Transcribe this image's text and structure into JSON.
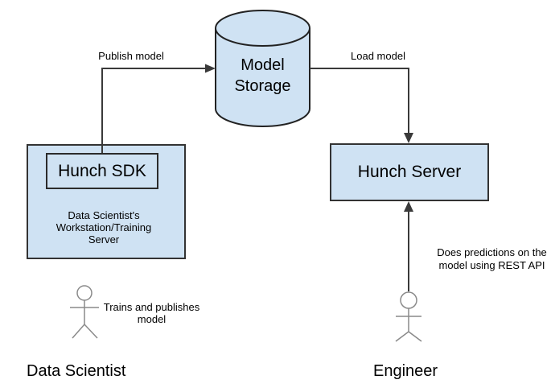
{
  "colors": {
    "node_fill": "#cfe2f3",
    "node_border": "#333333",
    "connector": "#3a3a3a",
    "figure": "#8a8a8a",
    "text": "#000000",
    "background": "#ffffff"
  },
  "nodes": {
    "model_storage": {
      "shape": "cylinder",
      "label": "Model\nStorage"
    },
    "workstation": {
      "shape": "rectangle",
      "label": "Data Scientist's\nWorkstation/Training\nServer"
    },
    "hunch_sdk": {
      "shape": "rectangle",
      "label": "Hunch SDK"
    },
    "hunch_server": {
      "shape": "rectangle",
      "label": "Hunch Server"
    }
  },
  "connectors": {
    "publish": {
      "label": "Publish model",
      "from": "hunch_sdk",
      "to": "model_storage"
    },
    "load": {
      "label": "Load model",
      "from": "model_storage",
      "to": "hunch_server"
    },
    "predict": {
      "label": "",
      "from": "engineer",
      "to": "hunch_server"
    }
  },
  "actors": {
    "data_scientist": {
      "name": "Data Scientist",
      "note": "Trains and publishes\nmodel"
    },
    "engineer": {
      "name": "Engineer",
      "note": "Does predictions on the\nmodel using REST API"
    }
  }
}
